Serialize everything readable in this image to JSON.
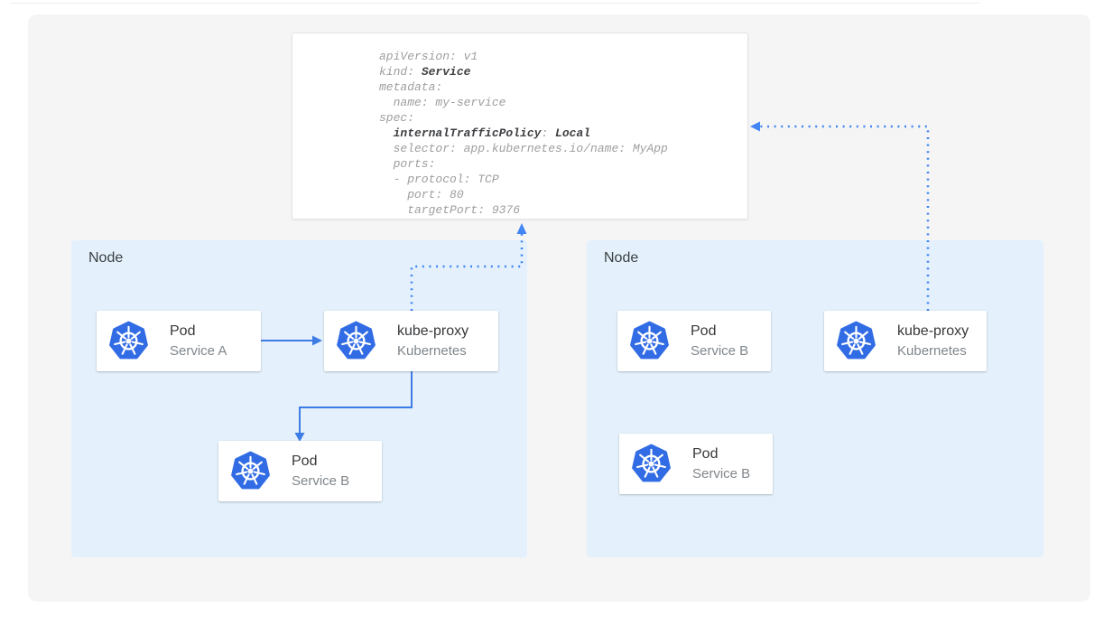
{
  "yaml_card": {
    "lines": [
      [
        {
          "text": "apiVersion: v1"
        }
      ],
      [
        {
          "text": "kind: "
        },
        {
          "text": "Service",
          "bold": true
        }
      ],
      [
        {
          "text": "metadata:"
        }
      ],
      [
        {
          "text": "  name: my-service"
        }
      ],
      [
        {
          "text": "spec:"
        }
      ],
      [
        {
          "text": "  "
        },
        {
          "text": "internalTrafficPolicy",
          "bold": true
        },
        {
          "text": ": "
        },
        {
          "text": "Local",
          "bold": true
        }
      ],
      [
        {
          "text": "  selector: app.kubernetes.io/name: MyApp"
        }
      ],
      [
        {
          "text": "  ports:"
        }
      ],
      [
        {
          "text": "  - protocol: TCP"
        }
      ],
      [
        {
          "text": "    port: 80"
        }
      ],
      [
        {
          "text": "    targetPort: 9376"
        }
      ]
    ]
  },
  "nodes": [
    {
      "label": "Node",
      "cards": [
        {
          "title": "Pod",
          "subtitle": "Service A",
          "icon": "kubernetes-icon"
        },
        {
          "title": "kube-proxy",
          "subtitle": "Kubernetes",
          "icon": "kubernetes-icon"
        },
        {
          "title": "Pod",
          "subtitle": "Service B",
          "icon": "kubernetes-icon"
        }
      ]
    },
    {
      "label": "Node",
      "cards": [
        {
          "title": "Pod",
          "subtitle": "Service B",
          "icon": "kubernetes-icon"
        },
        {
          "title": "kube-proxy",
          "subtitle": "Kubernetes",
          "icon": "kubernetes-icon"
        },
        {
          "title": "Pod",
          "subtitle": "Service B",
          "icon": "kubernetes-icon"
        }
      ]
    }
  ],
  "connectors": [
    {
      "name": "arrow-pod-a-to-kube-proxy",
      "style": "solid"
    },
    {
      "name": "arrow-kube-proxy-to-pod-b",
      "style": "solid"
    },
    {
      "name": "dotted-kube-proxy-to-service-yaml-left",
      "style": "dotted"
    },
    {
      "name": "dotted-service-yaml-to-kube-proxy-right",
      "style": "dotted"
    }
  ],
  "colors": {
    "accent_blue": "#4285f4",
    "solid_arrow": "#3d7be5",
    "node_background": "#e4f1fc",
    "canvas_background": "#f5f5f6",
    "kubernetes_blue": "#326ce5",
    "yaml_text": "#9e9e9e",
    "yaml_bold": "#3f4043"
  }
}
